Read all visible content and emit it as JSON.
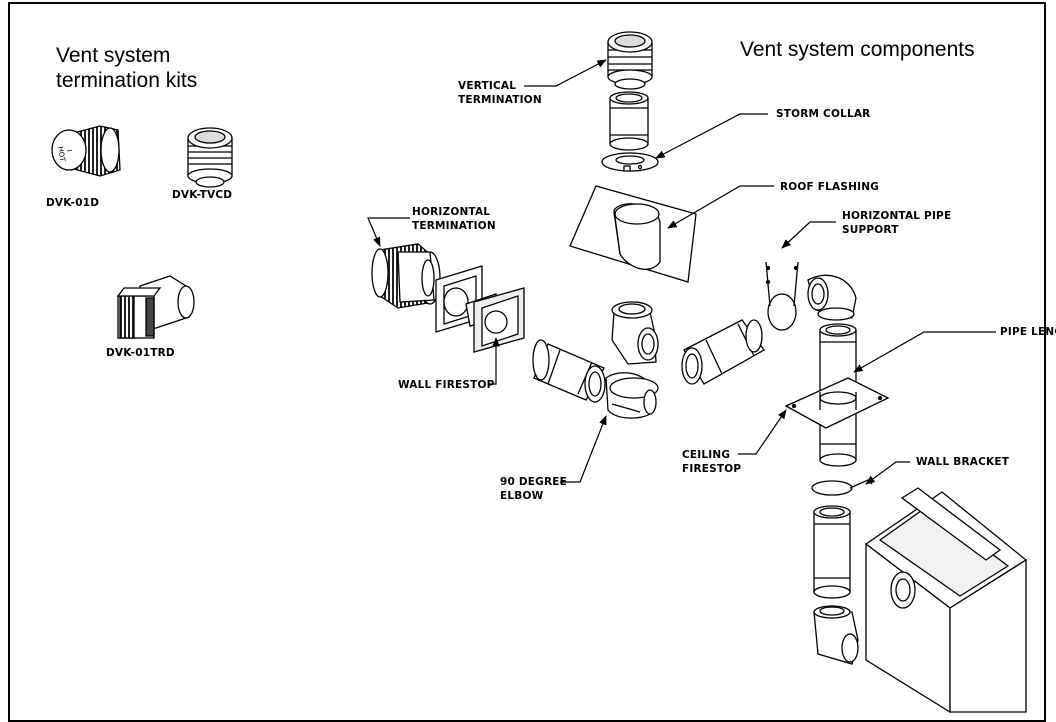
{
  "headings": {
    "kits_line1": "Vent system",
    "kits_line2": "termination kits",
    "components": "Vent system components"
  },
  "kits": {
    "dvk_01d": "DVK-01D",
    "dvk_tvcd": "DVK-TVCD",
    "dvk_01trd": "DVK-01TRD",
    "cap_text_1": "I",
    "cap_text_2": "HOT"
  },
  "components": {
    "vertical_termination_1": "VERTICAL",
    "vertical_termination_2": "TERMINATION",
    "storm_collar": "STORM COLLAR",
    "roof_flashing": "ROOF FLASHING",
    "horizontal_pipe_support_1": "HORIZONTAL PIPE",
    "horizontal_pipe_support_2": "SUPPORT",
    "horizontal_termination_1": "HORIZONTAL",
    "horizontal_termination_2": "TERMINATION",
    "pipe_length": "PIPE LENGTH",
    "wall_firestop": "WALL FIRESTOP",
    "ceiling_firestop_1": "CEILING",
    "ceiling_firestop_2": "FIRESTOP",
    "wall_bracket": "WALL BRACKET",
    "elbow_1": "90 DEGREE",
    "elbow_2": "ELBOW"
  },
  "colors": {
    "line": "#000000",
    "paper": "#ffffff",
    "shade": "#e6e6e6",
    "dark": "#555555"
  }
}
